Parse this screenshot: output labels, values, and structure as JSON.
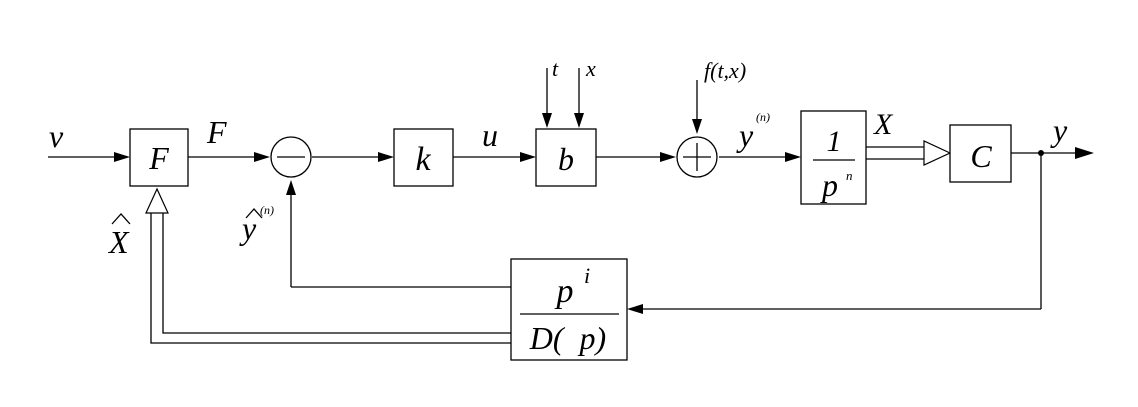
{
  "blocks": {
    "f": "F",
    "k": "k",
    "b": "b",
    "c": "C",
    "plant_num": "1",
    "plant_den_base": "p",
    "plant_den_exp": "n",
    "obs_num_base": "p",
    "obs_num_exp": "i",
    "obs_den": "D(  p)"
  },
  "signals": {
    "v": "v",
    "F": "F",
    "u": "u",
    "t": "t",
    "x": "x",
    "f": "f(t,x)",
    "y_base": "y",
    "y_exp": "(n)",
    "X": "X",
    "y": "y",
    "Xhat": "X",
    "yhat_base": "y",
    "yhat_exp": "(n)"
  },
  "colors": {
    "line": "#000000",
    "background": "#ffffff"
  }
}
